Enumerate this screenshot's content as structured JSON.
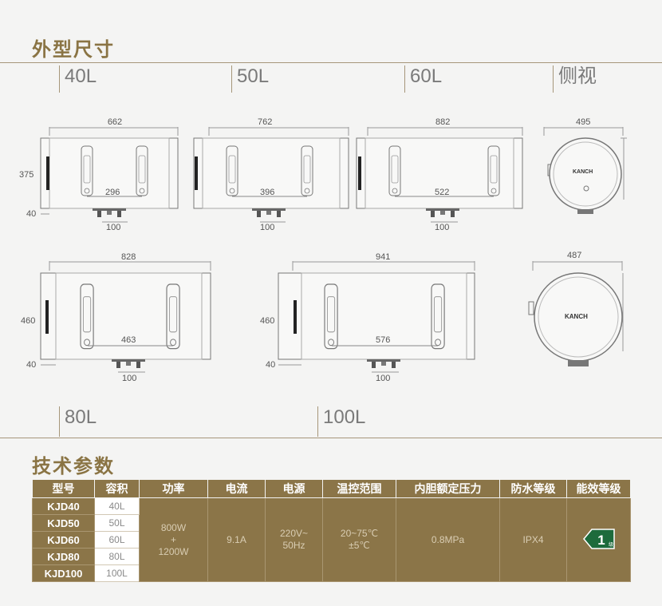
{
  "sections": {
    "dimensions_title": "外型尺寸",
    "specs_title": "技术参数"
  },
  "models": {
    "l40": {
      "label": "40L",
      "width": "662",
      "height": "375",
      "gap": "40",
      "bracket": "296",
      "pipe": "100"
    },
    "l50": {
      "label": "50L",
      "width": "762",
      "bracket": "396",
      "pipe": "100"
    },
    "l60": {
      "label": "60L",
      "width": "882",
      "bracket": "522",
      "pipe": "100"
    },
    "side": {
      "label": "侧视",
      "top_diameter": "495",
      "bottom_diameter": "487",
      "brand": "KANCH"
    },
    "l80": {
      "label": "80L",
      "width": "828",
      "height": "460",
      "gap": "40",
      "bracket": "463",
      "pipe": "100"
    },
    "l100": {
      "label": "100L",
      "width": "941",
      "height": "460",
      "gap": "40",
      "bracket": "576",
      "pipe": "100"
    }
  },
  "table": {
    "headers": [
      "型号",
      "容积",
      "功率",
      "电流",
      "电源",
      "温控范围",
      "内胆额定压力",
      "防水等级",
      "能效等级"
    ],
    "rows": [
      {
        "model": "KJD40",
        "capacity": "40L"
      },
      {
        "model": "KJD50",
        "capacity": "50L"
      },
      {
        "model": "KJD60",
        "capacity": "60L"
      },
      {
        "model": "KJD80",
        "capacity": "80L"
      },
      {
        "model": "KJD100",
        "capacity": "100L"
      }
    ],
    "power_1": "800W",
    "power_plus": "+",
    "power_2": "1200W",
    "current": "9.1A",
    "voltage": "220V~",
    "frequency": "50Hz",
    "temp_range": "20~75℃",
    "temp_tolerance": "±5℃",
    "pressure": "0.8MPa",
    "waterproof": "IPX4",
    "efficiency_grade": "1",
    "efficiency_unit": "级"
  },
  "colors": {
    "gold": "#8b7548",
    "gold_light": "#a6967a",
    "background": "#f4f4f3"
  }
}
